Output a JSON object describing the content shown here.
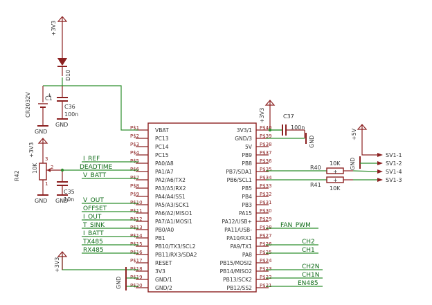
{
  "ic": {
    "left_pins": [
      {
        "num": "P$1",
        "name": "VBAT"
      },
      {
        "num": "P$2",
        "name": "PC13"
      },
      {
        "num": "P$3",
        "name": "PC14"
      },
      {
        "num": "P$4",
        "name": "PC15"
      },
      {
        "num": "P$5",
        "name": "PA0/A8"
      },
      {
        "num": "P$6",
        "name": "PA1/A7"
      },
      {
        "num": "P$7",
        "name": "PA2/A6/TX2"
      },
      {
        "num": "P$8",
        "name": "PA3/A5/RX2"
      },
      {
        "num": "P$9",
        "name": "PA4/A4/SS1"
      },
      {
        "num": "P$10",
        "name": "PA5/A3/SCK1"
      },
      {
        "num": "P$11",
        "name": "PA6/A2/MISO1"
      },
      {
        "num": "P$12",
        "name": "PA7/A1/MOSI1"
      },
      {
        "num": "P$13",
        "name": "PB0/A0"
      },
      {
        "num": "P$14",
        "name": "PB1"
      },
      {
        "num": "P$15",
        "name": "PB10/TX3/SCL2"
      },
      {
        "num": "P$16",
        "name": "PB11/RX3/SDA2"
      },
      {
        "num": "P$17",
        "name": "RESET"
      },
      {
        "num": "P$18",
        "name": "3V3"
      },
      {
        "num": "P$19",
        "name": "GND/1"
      },
      {
        "num": "P$20",
        "name": "GND/2"
      }
    ],
    "right_pins": [
      {
        "num": "P$40",
        "name": "3V3/1"
      },
      {
        "num": "P$39",
        "name": "GND/3"
      },
      {
        "num": "P$38",
        "name": "5V"
      },
      {
        "num": "P$37",
        "name": "PB9"
      },
      {
        "num": "P$36",
        "name": "PB8"
      },
      {
        "num": "P$35",
        "name": "PB7/SDA1"
      },
      {
        "num": "P$34",
        "name": "PB6/SCL1"
      },
      {
        "num": "P$33",
        "name": "PB5"
      },
      {
        "num": "P$32",
        "name": "PB4"
      },
      {
        "num": "P$31",
        "name": "PB3"
      },
      {
        "num": "P$30",
        "name": "PA15"
      },
      {
        "num": "P$29",
        "name": "PA12/USB+"
      },
      {
        "num": "P$28",
        "name": "PA11/USB-"
      },
      {
        "num": "P$27",
        "name": "PA10/RX1"
      },
      {
        "num": "P$26",
        "name": "PA9/TX1"
      },
      {
        "num": "P$25",
        "name": "PA8"
      },
      {
        "num": "P$24",
        "name": "PB15/MOSI2"
      },
      {
        "num": "P$23",
        "name": "PB14/MISO2"
      },
      {
        "num": "P$22",
        "name": "PB13/SCK2"
      },
      {
        "num": "P$21",
        "name": "PB12/SS2"
      }
    ]
  },
  "nets_left": {
    "p5": "I_REF",
    "p6": "DEADTIME",
    "p7": "V_BATT",
    "p10": "V_OUT",
    "p11": "OFFSET",
    "p12": "I_OUT",
    "p13": "T_SINK",
    "p14": "I_BATT",
    "p15": "TX485",
    "p16": "RX485"
  },
  "nets_right": {
    "p28": "FAN_PWM",
    "p26": "CH2",
    "p25": "CH1",
    "p23": "CH2N",
    "p22": "CH1N",
    "p21": "EN485"
  },
  "parts": {
    "d10": "D10",
    "c1": "C1",
    "c1_pol": "+",
    "c36": "C36",
    "c36_val": "100n",
    "cr": "CR2032V",
    "c37": "C37",
    "c37_val": "100n",
    "c35": "C35",
    "c35_val": "10n",
    "r42": "R42",
    "r42_val": "10K",
    "r40": "R40",
    "r41": "R41",
    "r40_val": "10K",
    "r41_val": "10K",
    "pot_pin1": "1",
    "pot_pin2": "2",
    "pot_pin3": "3",
    "sv1": "SV1-1",
    "sv2": "SV1-2",
    "sv4": "SV1-4",
    "sv3": "SV1-3"
  },
  "power": {
    "v3v3": "+3V3",
    "v5": "+5V",
    "gnd": "GND"
  }
}
